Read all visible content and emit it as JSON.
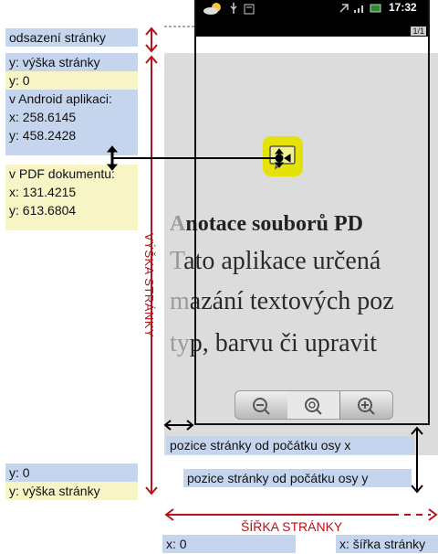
{
  "labels": {
    "page_offset": "odsazení stránky",
    "y_height_top": "y: výška stránky",
    "y_zero_top": "y: 0",
    "android_header": "v Android aplikaci:",
    "android_x": "x: 258.6145",
    "android_y": "y: 458.2428",
    "pdf_header": "v PDF dokumentu:",
    "pdf_x": "x: 131.4215",
    "pdf_y": "y: 613.6804",
    "page_height": "VÝŠKA STRÁNKY",
    "page_pos_x": "pozice stránky od počátku osy x",
    "page_pos_y": "pozice stránky od počátku osy y",
    "y_zero_bottom": "y: 0",
    "y_height_bottom": "y: výška stránky",
    "page_width": "ŠÍŘKA STRÁNKY",
    "x_zero": "x: 0",
    "x_width": "x: šířka stránky"
  },
  "phone": {
    "time": "17:32",
    "page_counter": "1/1"
  },
  "document": {
    "title_first": "A",
    "title_rest": "notace souborů PD",
    "line1_first": "T",
    "line1_rest": "ato aplikace určená",
    "line2_first": "m",
    "line2_rest": "azání textových poz",
    "line3_first": "ty",
    "line3_rest": "p, barvu či upravit"
  },
  "colors": {
    "label_blue": "#c6d5ee",
    "label_yellow": "#f7f4c5",
    "accent_red": "#b5121b",
    "annotation_icon": "#e5e20a"
  }
}
